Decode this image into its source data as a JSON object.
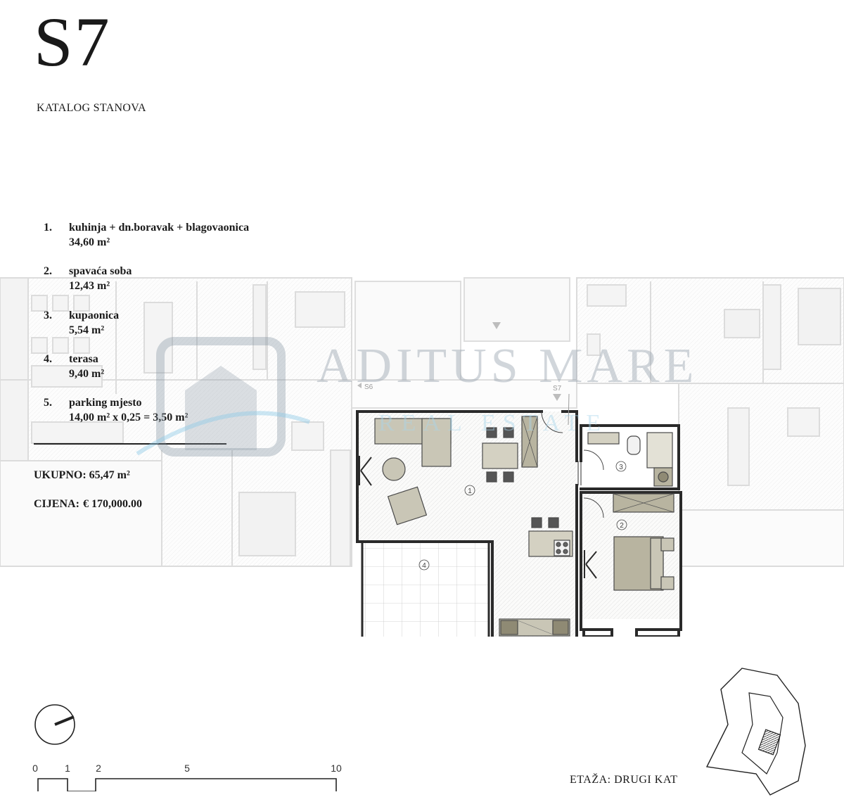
{
  "header": {
    "unit_code": "S7",
    "catalog_label": "KATALOG STANOVA"
  },
  "rooms": [
    {
      "num": "1.",
      "name": "kuhinja + dn.boravak + blagovaonica",
      "area": "34,60 m²"
    },
    {
      "num": "2.",
      "name": "spavaća soba",
      "area": "12,43 m²"
    },
    {
      "num": "3.",
      "name": "kupaonica",
      "area": "5,54 m²"
    },
    {
      "num": "4.",
      "name": "terasa",
      "area": "9,40 m²"
    },
    {
      "num": "5.",
      "name": "parking mjesto",
      "area": "14,00 m² x 0,25 = 3,50 m²"
    }
  ],
  "summary": {
    "total_label": "UKUPNO:",
    "total_value": "65,47 m²",
    "price_label": "CIJENA:",
    "price_value": "€ 170,000.00"
  },
  "plan": {
    "room_markers": [
      "1",
      "2",
      "3",
      "4"
    ],
    "unit_tags": [
      "S6",
      "S7"
    ]
  },
  "scale_bar": {
    "ticks": [
      "0",
      "1",
      "2",
      "5",
      "10"
    ]
  },
  "floor": {
    "label": "ETAŽA: DRUGI KAT"
  },
  "watermark": {
    "brand": "ADITUS MARE",
    "tagline": "REAL ESTATE"
  },
  "colors": {
    "furniture": "#c9c6b6",
    "furniture_dark": "#9e9a86",
    "wall": "#2a2a2a",
    "ghost": "#d6d6d6",
    "watermark": "#7f8f9f"
  }
}
